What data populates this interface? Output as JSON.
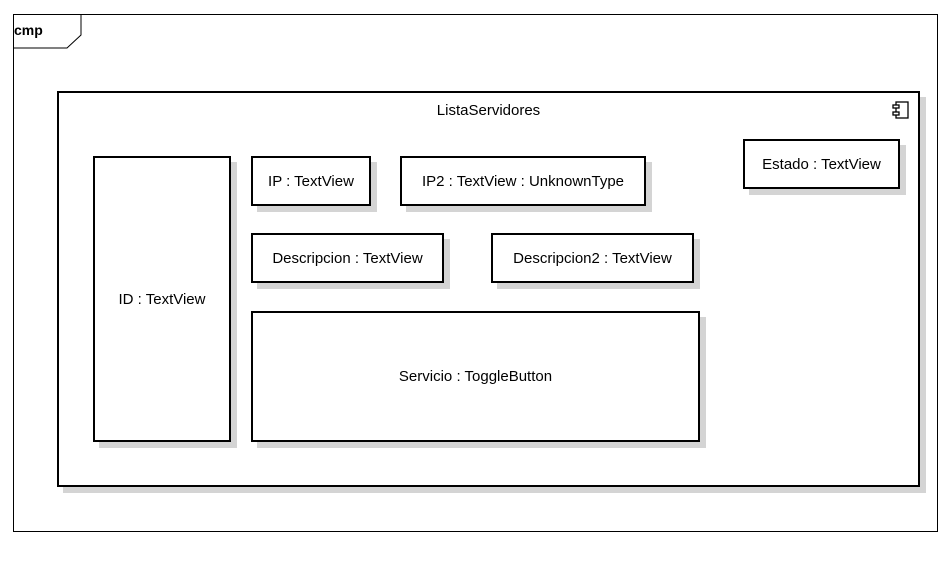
{
  "frame": {
    "label": "cmp"
  },
  "container": {
    "title": "ListaServidores",
    "icon": "component-icon"
  },
  "components": {
    "id": "ID : TextView",
    "ip": "IP : TextView",
    "ip2": "IP2 : TextView : UnknownType",
    "estado": "Estado : TextView",
    "descripcion": "Descripcion : TextView",
    "descripcion2": "Descripcion2 : TextView",
    "servicio": "Servicio : ToggleButton"
  }
}
